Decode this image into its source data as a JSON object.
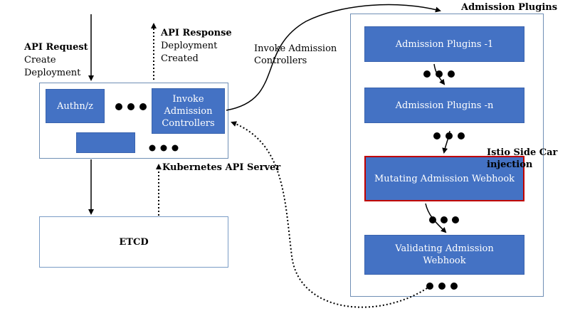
{
  "labels": {
    "api_request_title": "API Request",
    "api_request_line1": "Create",
    "api_request_line2": "Deployment",
    "api_response_title": "API Response",
    "api_response_line1": "Deployment",
    "api_response_line2": "Created",
    "invoke_line1": "Invoke Admission",
    "invoke_line2": "Controllers",
    "admission_plugins_title": "Admission Plugins",
    "kubernetes_api_server": "Kubernetes API Server",
    "istio_line1": "Istio Side Car",
    "istio_line2": "injection"
  },
  "api_server": {
    "authn": "Authn/z",
    "invoke_line1": "Invoke",
    "invoke_line2": "Admission",
    "invoke_line3": "Controllers"
  },
  "etcd": {
    "label": "ETCD"
  },
  "plugins": {
    "plugin_1": "Admission Plugins -1",
    "plugin_n": "Admission Plugins -n",
    "mutating": "Mutating Admission Webhook",
    "validating_line1": "Validating Admission",
    "validating_line2": "Webhook"
  },
  "colors": {
    "box_fill": "#4472c4",
    "highlight_border": "#c00000",
    "panel_border": "#6f8fb5"
  }
}
